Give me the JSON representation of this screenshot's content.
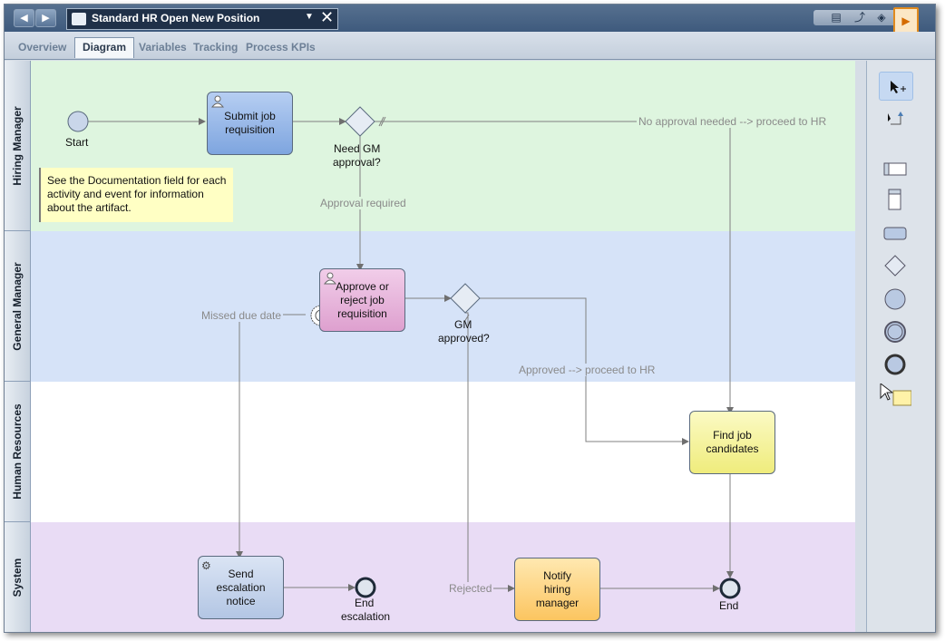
{
  "window": {
    "process_title": "Standard HR Open New Position",
    "nav_back": "◀",
    "nav_forward": "▶",
    "close_glyph": "✕",
    "dropdown_glyph": "▼"
  },
  "toolbar_icons": [
    "documents-icon",
    "chart-icon",
    "stack-icon",
    "run-icon"
  ],
  "tabs": [
    {
      "label": "Overview",
      "active": false
    },
    {
      "label": "Diagram",
      "active": true
    },
    {
      "label": "Variables",
      "active": false
    },
    {
      "label": "Tracking",
      "active": false
    },
    {
      "label": "Process KPIs",
      "active": false
    }
  ],
  "lanes": [
    {
      "label": "Hiring Manager",
      "color": "#def5df"
    },
    {
      "label": "General Manager",
      "color": "#d6e3f8"
    },
    {
      "label": "Human Resources",
      "color": "#ffffff"
    },
    {
      "label": "System",
      "color": "#e9dcf5"
    }
  ],
  "note": {
    "line1": "See the Documentation field for each",
    "line2": "activity and event for information",
    "line3": "about the artifact."
  },
  "events": {
    "start": "Start",
    "end_escalation_1": "End",
    "end_escalation_2": "escalation",
    "end": "End"
  },
  "tasks": {
    "submit": {
      "line1": "Submit job",
      "line2": "requisition",
      "color": "#8ab0e6"
    },
    "approve": {
      "line1": "Approve or",
      "line2": "reject job",
      "line3": "requisition",
      "color": "#e7b2da"
    },
    "find": {
      "line1": "Find job",
      "line2": "candidates",
      "color": "#f4f29b"
    },
    "send": {
      "line1": "Send",
      "line2": "escalation",
      "line3": "notice",
      "color": "#c3d2e9"
    },
    "notify": {
      "line1": "Notify",
      "line2": "hiring",
      "line3": "manager",
      "color": "#ffd88a"
    }
  },
  "gateways": {
    "need_gm_1": "Need GM",
    "need_gm_2": "approval?",
    "gm_approved_1": "GM",
    "gm_approved_2": "approved?"
  },
  "flow_labels": {
    "no_approval": "No approval needed --> proceed to HR",
    "approval_required": "Approval required",
    "missed_due": "Missed due date",
    "approved": "Approved --> proceed to HR",
    "rejected": "Rejected"
  },
  "palette_icons": [
    "selection-tool-icon",
    "sequence-flow-tool-icon",
    "lane-icon",
    "pool-icon",
    "activity-icon",
    "gateway-icon",
    "start-event-icon",
    "intermediate-event-icon",
    "end-event-icon",
    "note-icon"
  ]
}
